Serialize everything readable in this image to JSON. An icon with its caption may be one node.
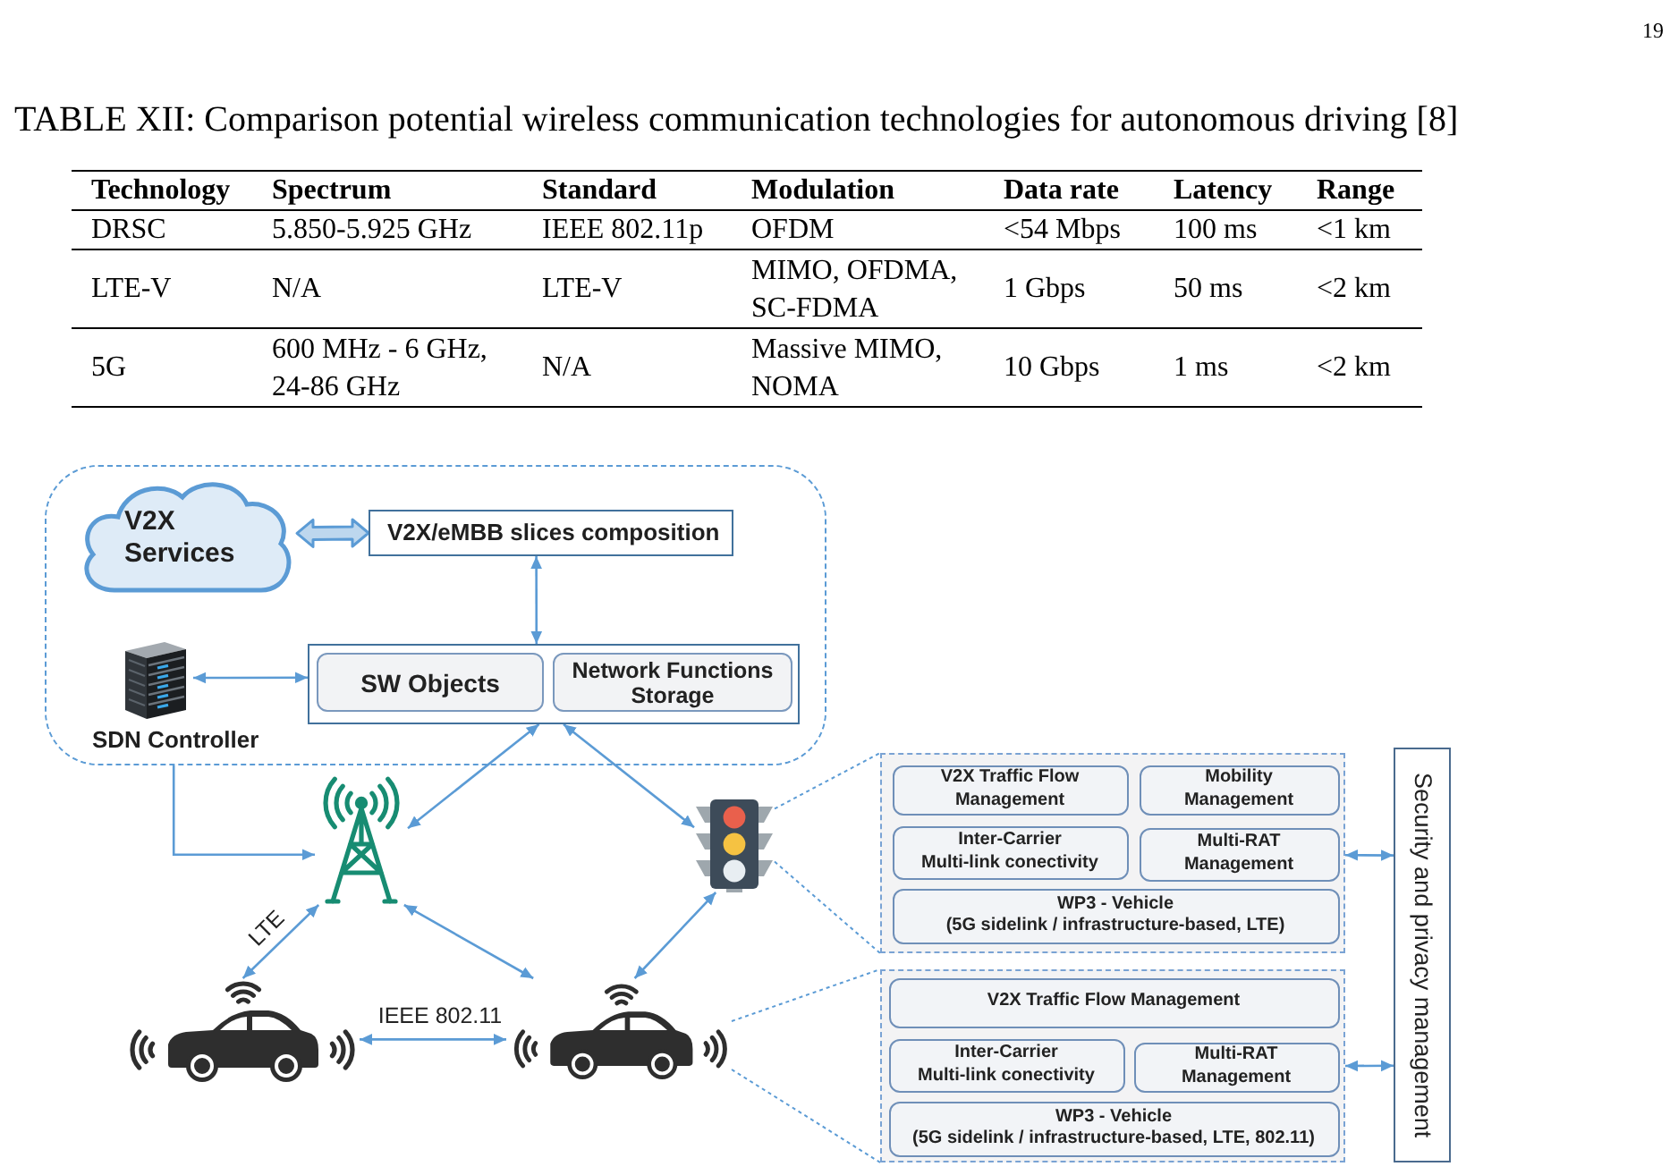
{
  "diagram": {
    "title": "TABLE XII: Comparison potential wireless communication technologies for autonomous driving [8]",
    "nodes": [
      {
        "text": [],
        "shape": "box"
      },
      {
        "text": [
          "V2X Services"
        ],
        "in": 0
      },
      {
        "text": [
          "V2X/eMBB slices composition"
        ],
        "in": 0
      },
      {
        "text": [],
        "shape": "picture",
        "in": 0,
        "beside": [
          "SDN Controller"
        ]
      },
      {
        "text": [],
        "shape": "box",
        "in": 0
      },
      {
        "text": [
          "SW Objects"
        ],
        "in": 4
      },
      {
        "text": [
          "Network Functions Storage"
        ],
        "in": 4
      },
      {
        "text": [],
        "shape": "picture"
      },
      {
        "text": [],
        "shape": "picture"
      },
      {
        "text": [],
        "shape": "picture"
      },
      {
        "text": [],
        "shape": "picture"
      },
      {
        "text": [],
        "shape": "box"
      },
      {
        "text": [
          "V2X Traffic Flow Management"
        ],
        "in": 11
      },
      {
        "text": [
          "Mobility Management"
        ],
        "in": 11
      },
      {
        "text": [
          "Inter-Carrier Multi-link conectivity"
        ],
        "in": 11
      },
      {
        "text": [
          "Multi-RAT Management"
        ],
        "in": 11
      },
      {
        "text": [
          "WP3 - Vehicle",
          "(5G sidelink / infrastructure-based, LTE)"
        ],
        "in": 11
      },
      {
        "text": [],
        "shape": "box"
      },
      {
        "text": [
          "V2X Traffic Flow Management"
        ],
        "in": 17
      },
      {
        "text": [
          "Inter-Carrier Multi-link conectivity"
        ],
        "in": 17
      },
      {
        "text": [
          "Multi-RAT Management"
        ],
        "in": 17
      },
      {
        "text": [
          "WP3 - Vehicle",
          "(5G sidelink / infrastructure-based, LTE, 802.11)"
        ],
        "in": 17
      },
      {
        "text": [
          "Security and privacy management"
        ]
      }
    ],
    "edges": [
      {
        "from": 1,
        "to": 2,
        "arrow": "both",
        "style": "thick"
      },
      {
        "from": 2,
        "to": 4,
        "arrow": "both"
      },
      {
        "from": 3,
        "to": 4,
        "arrow": "both"
      },
      {
        "from": 0,
        "to": 7,
        "arrow": "to"
      },
      {
        "from": 7,
        "to": 4,
        "arrow": "both"
      },
      {
        "from": 4,
        "to": 8,
        "arrow": "both"
      },
      {
        "from": 7,
        "to": 9,
        "arrow": "both",
        "label": "LTE"
      },
      {
        "from": 7,
        "to": 10,
        "arrow": "both"
      },
      {
        "from": 8,
        "to": 10,
        "arrow": "both"
      },
      {
        "from": 9,
        "to": 10,
        "arrow": "both",
        "label": "IEEE 802.11"
      },
      {
        "from": 11,
        "to": 22,
        "arrow": "both"
      },
      {
        "from": 17,
        "to": 22,
        "arrow": "both"
      },
      {
        "from": 8,
        "to": 11,
        "arrow": "none",
        "style": "dashed"
      },
      {
        "from": 8,
        "to": 11,
        "arrow": "none",
        "style": "dashed"
      },
      {
        "from": 10,
        "to": 17,
        "arrow": "none",
        "style": "dashed"
      },
      {
        "from": 10,
        "to": 17,
        "arrow": "none",
        "style": "dashed"
      }
    ],
    "labels": [
      "19",
      "Technology",
      "Spectrum",
      "Standard",
      "Modulation",
      "Data rate",
      "Latency",
      "Range",
      "DRSC",
      "5.850-5.925 GHz",
      "IEEE 802.11p",
      "OFDM",
      "<54 Mbps",
      "100 ms",
      "<1 km",
      "LTE-V",
      "N/A",
      "LTE-V",
      "MIMO, OFDMA, SC-FDMA",
      "1 Gbps",
      "50 ms",
      "<2 km",
      "5G",
      "600 MHz - 6 GHz, 24-86 GHz",
      "N/A",
      "Massive MIMO, NOMA",
      "10 Gbps",
      "1 ms",
      "<2 km"
    ]
  }
}
